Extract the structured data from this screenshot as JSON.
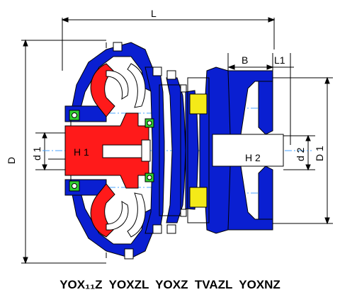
{
  "dimensions": {
    "length": "L",
    "diameter": "D",
    "bore_input": "d 1",
    "bore_output": "d 2",
    "flange_diameter": "D 1",
    "hub_length_input": "H 1",
    "hub_length_output": "H 2",
    "flange_width": "B",
    "offset": "L1"
  },
  "models": {
    "line": "YOX₁₁Z  YOXZL  YOXZ  TVAZL  YOXNZ"
  },
  "colors": {
    "housing": "#0a1fd1",
    "rotor": "#ff1a1a",
    "bearing": "#2fd12f",
    "spacer": "#f4ea18",
    "outline": "#000000",
    "centerline": "#4aa3ff"
  }
}
